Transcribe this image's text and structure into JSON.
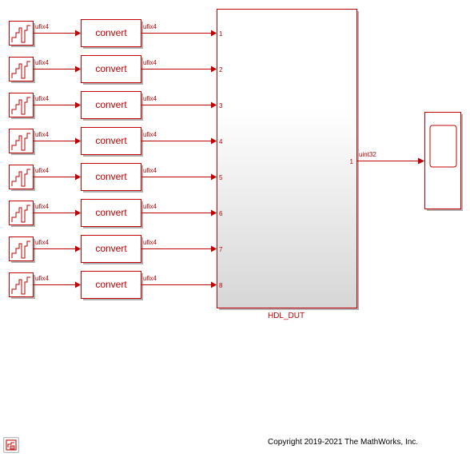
{
  "colors": {
    "signal": "#c00000",
    "block_shadow": "#b0b0b0",
    "dut_gradient_top": "#ffffff",
    "dut_gradient_bottom": "#d6d6d6"
  },
  "diagram": {
    "source_icon": "staircase-signal-icon",
    "source_signal_type": "ufix4",
    "convert_label": "convert",
    "convert_output_type": "ufix4",
    "dut_name": "HDL_DUT",
    "dut_input_ports": [
      "1",
      "2",
      "3",
      "4",
      "5",
      "6",
      "7",
      "8"
    ],
    "dut_output_port": "1",
    "dut_output_type": "uint32",
    "scope_icon": "scope-icon"
  },
  "footer": {
    "copyright": "Copyright 2019-2021 The MathWorks, Inc.",
    "corner_icon": "model-browser-icon"
  }
}
